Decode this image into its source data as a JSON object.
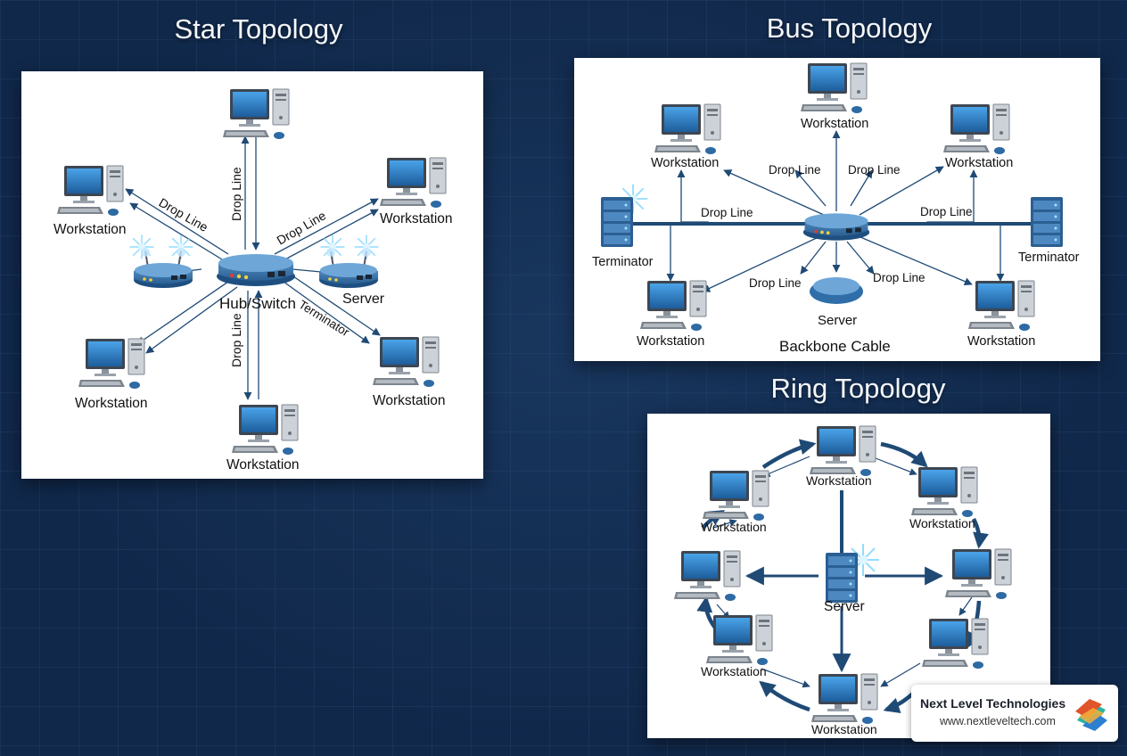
{
  "headings": {
    "star": "Star Topology",
    "bus": "Bus Topology",
    "ring": "Ring Topology"
  },
  "star": {
    "drop_line": "Drop Line",
    "hub_label": "Hub/Switch",
    "server_label": "Server",
    "terminator_label": "Terminator",
    "workstation_label": "Workstation"
  },
  "bus": {
    "drop_line": "Drop Line",
    "terminator_label": "Terminator",
    "server_label": "Server",
    "backbone_label": "Backbone Cable",
    "workstation_label": "Workstation"
  },
  "ring": {
    "server_label": "Server",
    "workstation_label": "Workstation"
  },
  "brand": {
    "name": "Next Level Technologies",
    "url": "www.nextleveltech.com"
  },
  "colors": {
    "background": "#10284a",
    "line": "#1f4a75",
    "device": "#2f6ea8",
    "label": "#111111"
  },
  "icons": [
    "workstation-icon",
    "hub-icon",
    "server-icon",
    "terminator-icon",
    "router-icon",
    "logo-icon"
  ]
}
